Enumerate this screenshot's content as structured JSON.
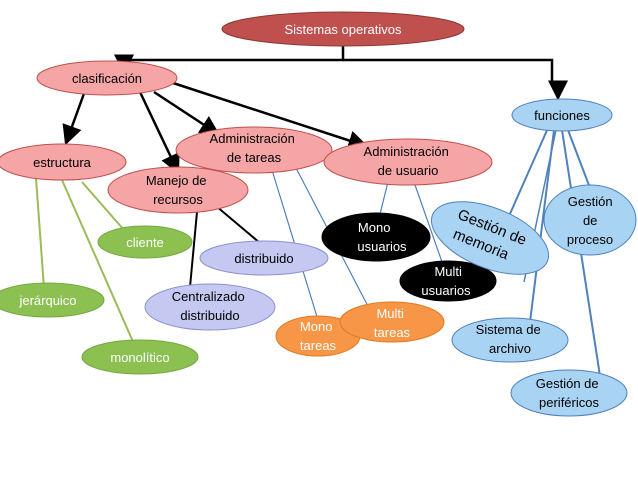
{
  "diagram": {
    "title": "Sistemas operativos",
    "nodes": {
      "clasificacion": {
        "lines": [
          "clasificación"
        ]
      },
      "funciones": {
        "lines": [
          "funciones"
        ]
      },
      "estructura": {
        "lines": [
          "estructura"
        ]
      },
      "manejo": {
        "lines": [
          "Manejo de",
          "recursos"
        ]
      },
      "adm_tareas": {
        "lines": [
          "Administración",
          "de tareas"
        ]
      },
      "adm_usuario": {
        "lines": [
          "Administración",
          "de usuario"
        ]
      },
      "cliente": {
        "lines": [
          "cliente"
        ]
      },
      "distribuido": {
        "lines": [
          "distribuido"
        ]
      },
      "jerarquico": {
        "lines": [
          "jerárquico"
        ]
      },
      "centralizado": {
        "lines": [
          "Centralizado",
          "distribuido"
        ]
      },
      "monolitico": {
        "lines": [
          "monolítico"
        ]
      },
      "mono_usuarios": {
        "lines": [
          "Mono",
          "usuarios"
        ]
      },
      "multi_usuarios": {
        "lines": [
          "Multi",
          "usuarios"
        ]
      },
      "mono_tareas": {
        "lines": [
          "Mono",
          "tareas"
        ]
      },
      "multi_tareas": {
        "lines": [
          "Multi",
          "tareas"
        ]
      },
      "gestion_memoria": {
        "lines": [
          "Gestión de",
          "memoria"
        ]
      },
      "gestion_proceso": {
        "lines": [
          "Gestión",
          "de",
          "proceso"
        ]
      },
      "sistema_archivo": {
        "lines": [
          "Sistema de",
          "archivo"
        ]
      },
      "gestion_perifericos": {
        "lines": [
          "Gestión de",
          "periféricos"
        ]
      }
    }
  },
  "colors": {
    "title_fill": "#c0504d",
    "pink_fill": "#f5a5a5",
    "pink_stroke": "#c0504d",
    "green_fill": "#8cc152",
    "lavender_fill": "#c5c8f0",
    "black_fill": "#000000",
    "orange_fill": "#f79646",
    "blue_fill": "#a9d3f2",
    "blue_stroke": "#4f81bd",
    "green_line": "#9bbb59",
    "blue_line": "#4f81bd"
  }
}
